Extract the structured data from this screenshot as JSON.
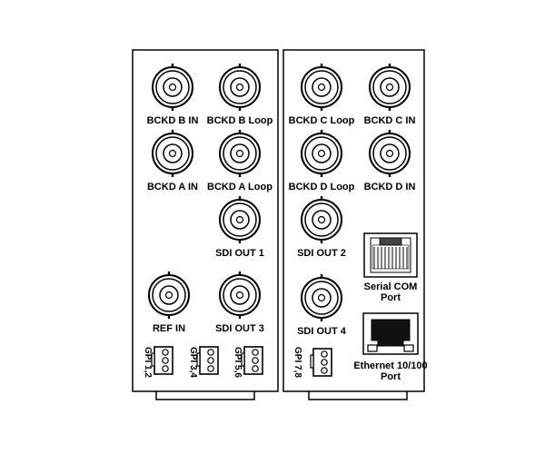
{
  "left_panel": {
    "connectors": {
      "bckd_b_in": "BCKD B IN",
      "bckd_b_loop": "BCKD B Loop",
      "bckd_a_in": "BCKD A IN",
      "bckd_a_loop": "BCKD A Loop",
      "sdi_out_1": "SDI OUT 1",
      "ref_in": "REF IN",
      "sdi_out_3": "SDI OUT 3"
    },
    "gpi": {
      "gpi_12": "GPI 1,2",
      "gpi_34": "GPI 3,4",
      "gpi_56": "GPI 5,6"
    }
  },
  "right_panel": {
    "connectors": {
      "bckd_c_loop": "BCKD C Loop",
      "bckd_c_in": "BCKD C IN",
      "bckd_d_loop": "BCKD D Loop",
      "bckd_d_in": "BCKD D IN",
      "sdi_out_2": "SDI OUT 2",
      "sdi_out_4": "SDI OUT 4"
    },
    "serial_com": {
      "line1": "Serial COM",
      "line2": "Port"
    },
    "ethernet": {
      "line1": "Ethernet 10/100",
      "line2": "Port"
    },
    "gpi": {
      "gpi_78": "GPI 7,8"
    }
  }
}
